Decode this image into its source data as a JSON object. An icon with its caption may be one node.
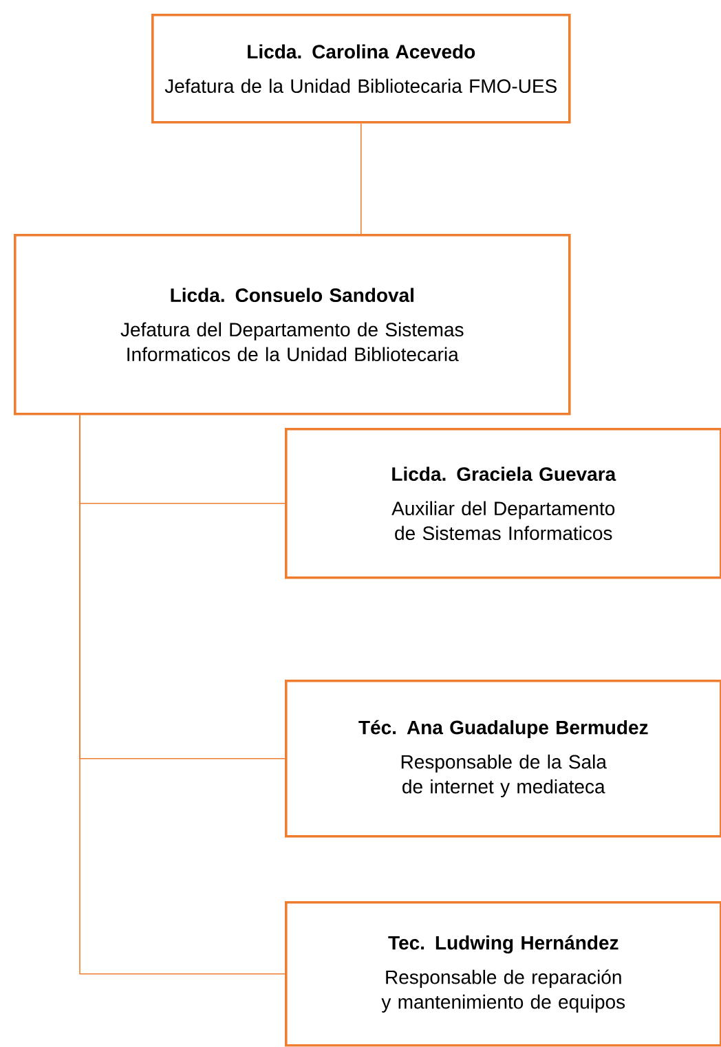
{
  "diagram": {
    "nodes": [
      {
        "text": [
          "Licda. Carolina Acevedo",
          "Jefatura de la Unidad Bibliotecaria FMO-UES"
        ]
      },
      {
        "text": [
          "Licda. Consuelo Sandoval",
          "Jefatura del Departamento de Sistemas Informaticos de la Unidad Bibliotecaria"
        ]
      },
      {
        "text": [
          "Licda. Graciela Guevara",
          "Auxiliar del Departamento de Sistemas Informaticos"
        ]
      },
      {
        "text": [
          "Téc. Ana Guadalupe Bermudez",
          "Responsable de la Sala de internet y mediateca"
        ]
      },
      {
        "text": [
          "Tec. Ludwing Hernández",
          "Responsable de reparación y mantenimiento de equipos"
        ]
      }
    ],
    "edges": [
      {
        "from": 0,
        "to": 1,
        "arrow": "none"
      },
      {
        "from": 1,
        "to": 2,
        "arrow": "none"
      },
      {
        "from": 1,
        "to": 3,
        "arrow": "none"
      },
      {
        "from": 1,
        "to": 4,
        "arrow": "none"
      }
    ]
  }
}
